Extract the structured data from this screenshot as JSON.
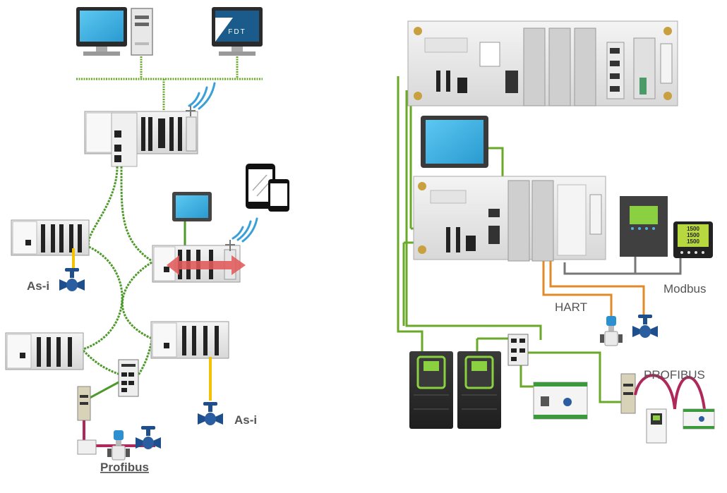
{
  "labels": {
    "asi_left": "As-i",
    "asi_right": "As-i",
    "profibus_left": "Profibus",
    "hart": "HART",
    "modbus": "Modbus",
    "profibus_right": "PROFIBUS",
    "monitor_logo": "FDT",
    "meter_line1": "1500",
    "meter_line2": "1500",
    "meter_line3": "1500"
  },
  "colors": {
    "ethernet_green": "#6aa828",
    "ring_green": "#4d9a2a",
    "asi_yellow": "#f2c200",
    "profibus_magenta": "#b0285a",
    "hart_orange": "#e08a2a",
    "modbus_gray": "#777777",
    "screen_blue": "#3ab0e0",
    "valve_blue": "#1f4e8c",
    "arrow_red": "#e05a5a"
  },
  "icons": [
    "desktop-pc-icon",
    "fdt-monitor-icon",
    "wifi-icon",
    "tablet-phone-icon",
    "valve-icon",
    "flow-transmitter-icon",
    "hmi-panel-icon",
    "drive-icon",
    "power-meter-icon"
  ]
}
